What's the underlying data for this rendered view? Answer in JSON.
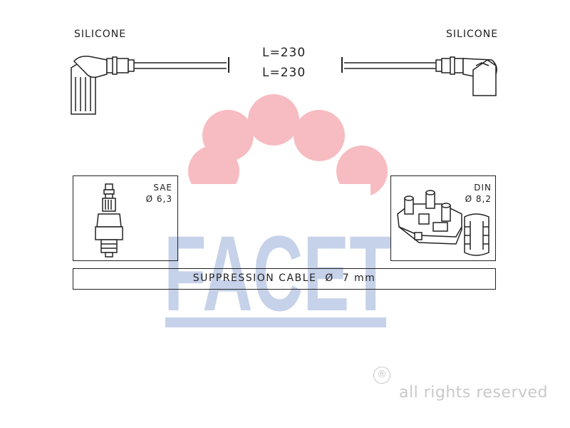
{
  "labels": {
    "left_insulation": "SILICONE",
    "right_insulation": "SILICONE",
    "length_1": "L=230",
    "length_2": "L=230"
  },
  "spark_plug": {
    "standard": "SAE",
    "diameter": "Ø 6,3"
  },
  "coil": {
    "standard": "DIN",
    "diameter": "Ø 8,2"
  },
  "cable": {
    "description": "SUPPRESSION CABLE  Ø  7 mm"
  },
  "watermark": {
    "brand": "FACET",
    "brand_color_red": "#f4a6ad",
    "brand_color_blue": "#b4c3e2"
  },
  "copyright": {
    "symbol": "®",
    "text": "all rights reserved"
  }
}
